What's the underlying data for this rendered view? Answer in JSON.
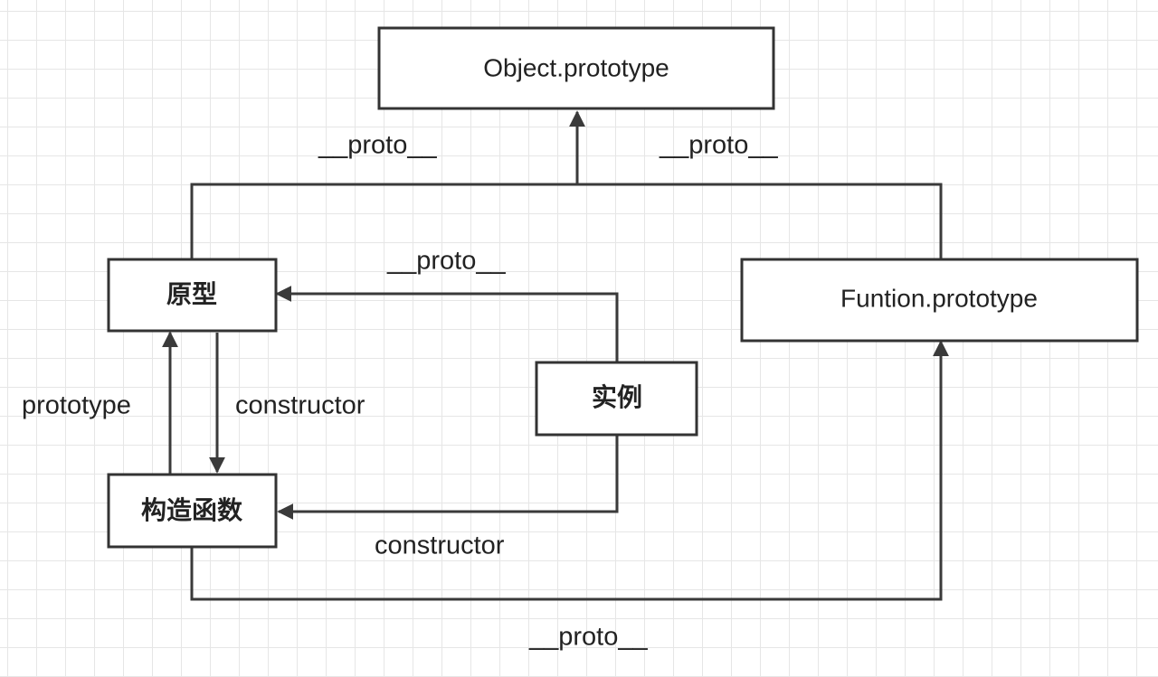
{
  "nodes": {
    "object_prototype": "Object.prototype",
    "prototype": "原型",
    "function_prototype": "Funtion.prototype",
    "instance": "实例",
    "constructor_fn": "构造函数"
  },
  "edges": {
    "prototype_to_object": "__proto__",
    "function_proto_to_object": "__proto__",
    "instance_to_prototype": "__proto__",
    "constructor_to_prototype": "prototype",
    "prototype_to_constructor": "constructor",
    "instance_to_constructor": "constructor",
    "constructor_to_function_proto": "__proto__"
  },
  "colors": {
    "line": "#3a3a3a",
    "grid": "#e6e6e6",
    "background": "#ffffff"
  }
}
